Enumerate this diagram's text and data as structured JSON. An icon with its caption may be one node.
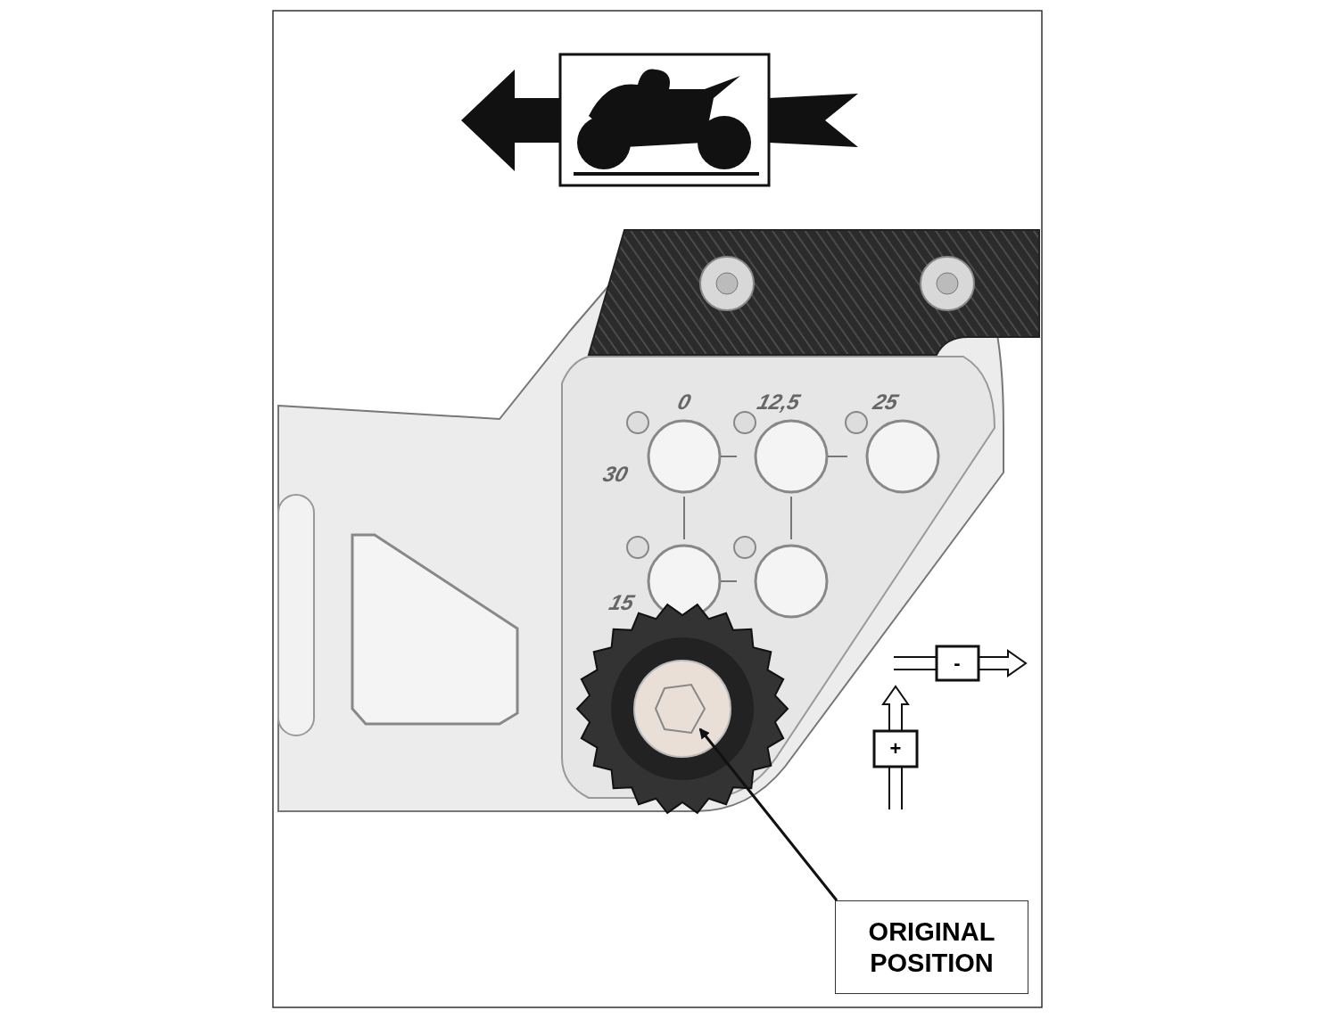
{
  "diagram": {
    "nodes": [
      {
        "text": [
          "ORIGINAL POSITION"
        ]
      },
      {
        "text": [],
        "shape": "picture"
      }
    ],
    "edges": [
      {
        "from": 0,
        "to": 1,
        "arrow": "to"
      }
    ],
    "labels": [
      "0",
      "12,5",
      "25",
      "30",
      "15",
      "-",
      "+"
    ]
  }
}
